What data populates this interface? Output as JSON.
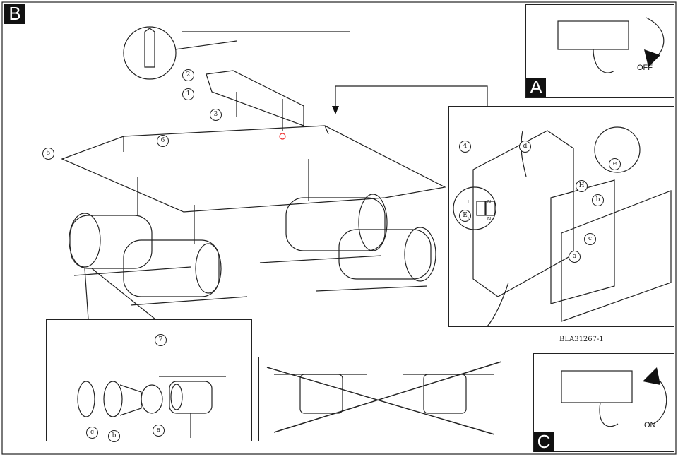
{
  "panels": {
    "main": {
      "tag": "B",
      "steps": [
        "2",
        "1",
        "3",
        "6",
        "5"
      ]
    },
    "power_off": {
      "tag": "A",
      "label": "OFF"
    },
    "power_on": {
      "tag": "C",
      "label": "ON"
    },
    "junction": {
      "steps": [
        "4",
        "d",
        "e",
        "H",
        "b",
        "E",
        "c",
        "a"
      ],
      "terminals": [
        "L",
        "N",
        "L",
        "N"
      ]
    },
    "lamp_detail": {
      "steps": [
        "7",
        "c",
        "b",
        "a"
      ]
    }
  },
  "model_code": "BLA31267-1"
}
